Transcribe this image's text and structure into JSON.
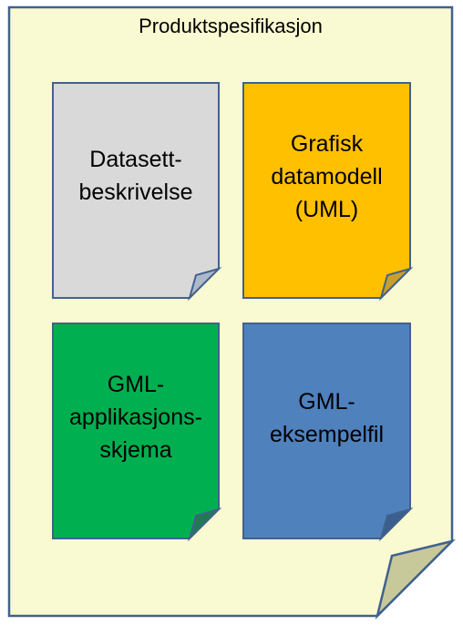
{
  "outer": {
    "title": "Produktspesifikasjon",
    "fill": "#FAFAD2",
    "stroke": "#41618F",
    "fold_fill": "#C8C99B"
  },
  "documents": [
    {
      "id": "datasett",
      "label": "Datasett-\nbeskrivelse",
      "fill": "#D9D9D9",
      "fold": "#ACB9CA"
    },
    {
      "id": "uml",
      "label": "Grafisk\ndatamodell\n(UML)",
      "fill": "#FFC000",
      "fold": "#C9A02A"
    },
    {
      "id": "gml-schema",
      "label": "GML-\napplikasjons-\nskjema",
      "fill": "#00B050",
      "fold": "#1F7A52"
    },
    {
      "id": "gml-example",
      "label": "GML-\neksempelfil",
      "fill": "#4F81BD",
      "fold": "#3B5F8C"
    }
  ]
}
